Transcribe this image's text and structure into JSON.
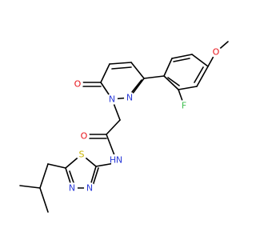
{
  "structure": {
    "atoms": {
      "o_methoxy": {
        "label": "O",
        "color": "#e8141b"
      },
      "f_fluoro": {
        "label": "F",
        "color": "#3fbf4f"
      },
      "n_pyridazine_upper": {
        "label": "N",
        "color": "#2b3bd8"
      },
      "n_pyridazine_lower": {
        "label": "N",
        "color": "#2b3bd8"
      },
      "o_pyridazinone": {
        "label": "O",
        "color": "#e8141b"
      },
      "o_amide": {
        "label": "O",
        "color": "#e8141b"
      },
      "nh_amide": {
        "label": "N",
        "color": "#2b3bd8"
      },
      "h_amide": {
        "label": "H",
        "color": "#2b3bd8"
      },
      "s_thiadiazole": {
        "label": "S",
        "color": "#c8b400"
      },
      "n_thiadiazole_1": {
        "label": "N",
        "color": "#2b3bd8"
      },
      "n_thiadiazole_2": {
        "label": "N",
        "color": "#2b3bd8"
      }
    }
  }
}
